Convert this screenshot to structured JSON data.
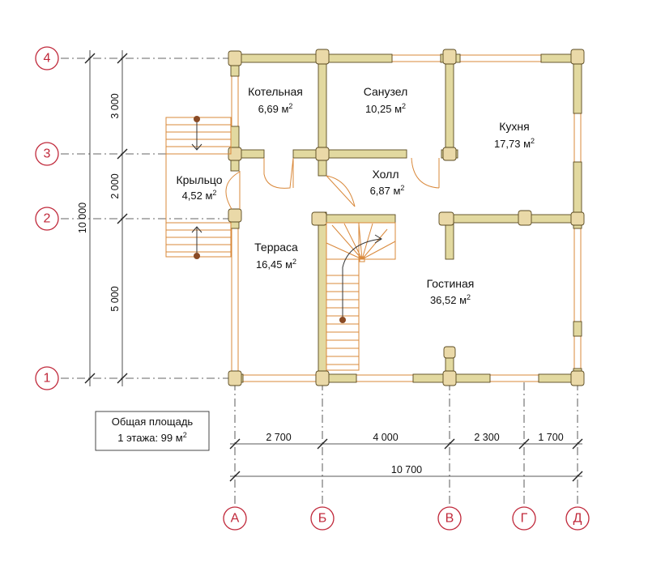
{
  "axes_horizontal": [
    "4",
    "3",
    "2",
    "1"
  ],
  "axes_vertical": [
    "А",
    "Б",
    "В",
    "Г",
    "Д"
  ],
  "rooms": [
    {
      "name": "Котельная",
      "area": "6,69 м"
    },
    {
      "name": "Санузел",
      "area": "10,25 м"
    },
    {
      "name": "Кухня",
      "area": "17,73 м"
    },
    {
      "name": "Крыльцо",
      "area": "4,52 м"
    },
    {
      "name": "Холл",
      "area": "6,87 м"
    },
    {
      "name": "Терраса",
      "area": "16,45 м"
    },
    {
      "name": "Гостиная",
      "area": "36,52 м"
    }
  ],
  "area_unit_sup": "2",
  "dims_vertical": [
    "3 000",
    "2 000",
    "5 000"
  ],
  "dim_vertical_total": "10 000",
  "dims_horizontal": [
    "2 700",
    "4 000",
    "2 300",
    "1 700"
  ],
  "dim_horizontal_total": "10 700",
  "summary": {
    "line1": "Общая площадь",
    "line2": "1 этажа: 99 м"
  },
  "colors": {
    "axis": "#c0283a",
    "wall": "#e2d9a0",
    "door": "#d9883a"
  }
}
